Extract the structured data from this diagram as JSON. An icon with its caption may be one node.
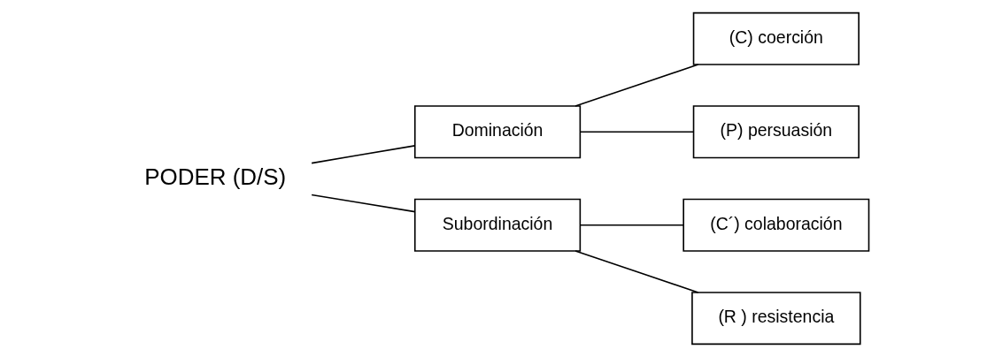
{
  "diagram": {
    "nodes": [
      {
        "text": [
          "PODER (D/S)"
        ]
      },
      {
        "text": [
          "Dominación"
        ]
      },
      {
        "text": [
          "(C) coerción"
        ]
      },
      {
        "text": [
          "(P) persuasión"
        ]
      },
      {
        "text": [
          "Subordinación"
        ]
      },
      {
        "text": [
          "(C´) colaboración"
        ]
      },
      {
        "text": [
          "(R ) resistencia"
        ]
      }
    ],
    "edges": [
      {
        "from": 0,
        "to": 1,
        "arrow": "none"
      },
      {
        "from": 0,
        "to": 4,
        "arrow": "none"
      },
      {
        "from": 1,
        "to": 2,
        "arrow": "none"
      },
      {
        "from": 1,
        "to": 3,
        "arrow": "none"
      },
      {
        "from": 4,
        "to": 5,
        "arrow": "none"
      },
      {
        "from": 4,
        "to": 6,
        "arrow": "none"
      }
    ]
  }
}
